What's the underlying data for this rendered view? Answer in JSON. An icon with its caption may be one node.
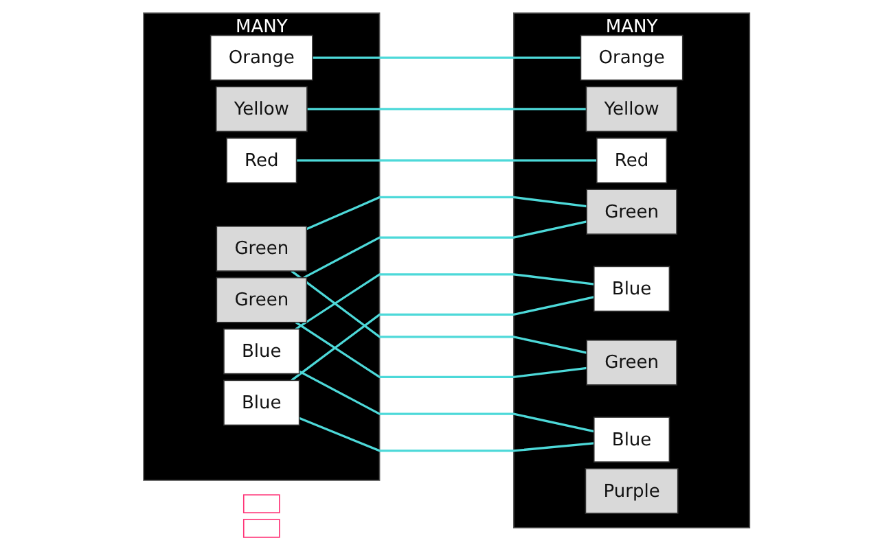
{
  "diagram": {
    "nodes": [
      {
        "text": [
          "MANY"
        ]
      },
      {
        "text": [
          "Orange"
        ],
        "in": 0
      },
      {
        "text": [
          "Yellow"
        ],
        "in": 0
      },
      {
        "text": [
          "Red"
        ],
        "in": 0
      },
      {
        "text": [
          "Green"
        ],
        "in": 0
      },
      {
        "text": [
          "Blue"
        ],
        "in": 0
      },
      {
        "text": [
          "Green"
        ],
        "in": 0
      },
      {
        "text": [
          "Blue"
        ],
        "in": 0
      },
      {
        "text": [
          "MANY"
        ]
      },
      {
        "text": [
          "Orange"
        ],
        "in": 8
      },
      {
        "text": [
          "Yellow"
        ],
        "in": 8
      },
      {
        "text": [
          "Red"
        ],
        "in": 8
      },
      {
        "text": [
          "Green"
        ],
        "in": 8
      },
      {
        "text": [
          "Blue"
        ],
        "in": 8
      },
      {
        "text": [
          "Green"
        ],
        "in": 8
      },
      {
        "text": [
          "Blue"
        ],
        "in": 8
      },
      {
        "text": [
          "Purple"
        ],
        "in": 8
      },
      {
        "text": [],
        "shape": "box"
      },
      {
        "text": [],
        "shape": "box"
      }
    ],
    "edges": [
      {
        "from": 1,
        "to": 9,
        "arrow": "none"
      },
      {
        "from": 2,
        "to": 10,
        "arrow": "none"
      },
      {
        "from": 3,
        "to": 11,
        "arrow": "none"
      },
      {
        "from": 4,
        "to": 12,
        "arrow": "none"
      },
      {
        "from": 4,
        "to": 14,
        "arrow": "none"
      },
      {
        "from": 5,
        "to": 13,
        "arrow": "none"
      },
      {
        "from": 5,
        "to": 15,
        "arrow": "none"
      },
      {
        "from": 6,
        "to": 12,
        "arrow": "none"
      },
      {
        "from": 6,
        "to": 14,
        "arrow": "none"
      },
      {
        "from": 7,
        "to": 13,
        "arrow": "none"
      },
      {
        "from": 7,
        "to": 15,
        "arrow": "none"
      }
    ]
  }
}
